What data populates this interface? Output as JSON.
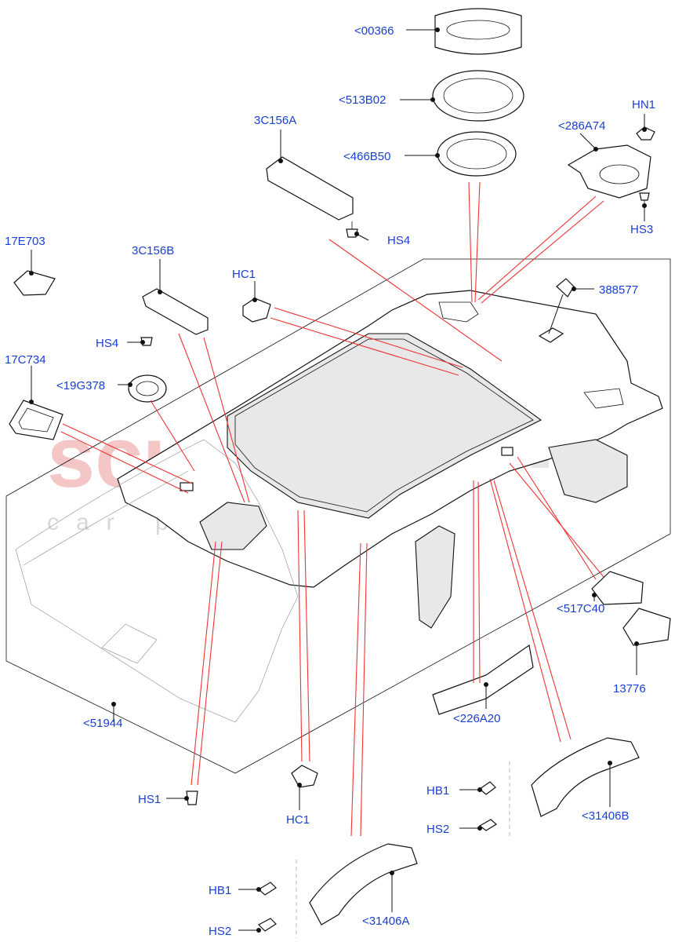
{
  "watermark": {
    "line1": "scuderia",
    "line2": "car parts"
  },
  "colors": {
    "label": "#1a3fd0",
    "leader_red": "#e33333",
    "outline": "#111111",
    "watermark": "#f4c6c6"
  },
  "labels": {
    "p00366": "<00366",
    "p513B02": "<513B02",
    "p466B50": "<466B50",
    "p3C156A": "3C156A",
    "pHN1": "HN1",
    "p286A74": "<286A74",
    "pHS3": "HS3",
    "pHS4_top": "HS4",
    "p17E703": "17E703",
    "p3C156B": "3C156B",
    "pHC1_top": "HC1",
    "p388577": "388577",
    "pHS4_left": "HS4",
    "p17C734": "17C734",
    "p19G378": "<19G378",
    "p517C40": "<517C40",
    "p13776": "13776",
    "p226A20": "<226A20",
    "p51944": "<51944",
    "pHS1": "HS1",
    "pHC1_bottom": "HC1",
    "pHB1_right": "HB1",
    "pHS2_right": "HS2",
    "p31406B": "<31406B",
    "pHB1_left": "HB1",
    "pHS2_left": "HS2",
    "p31406A": "<31406A"
  }
}
